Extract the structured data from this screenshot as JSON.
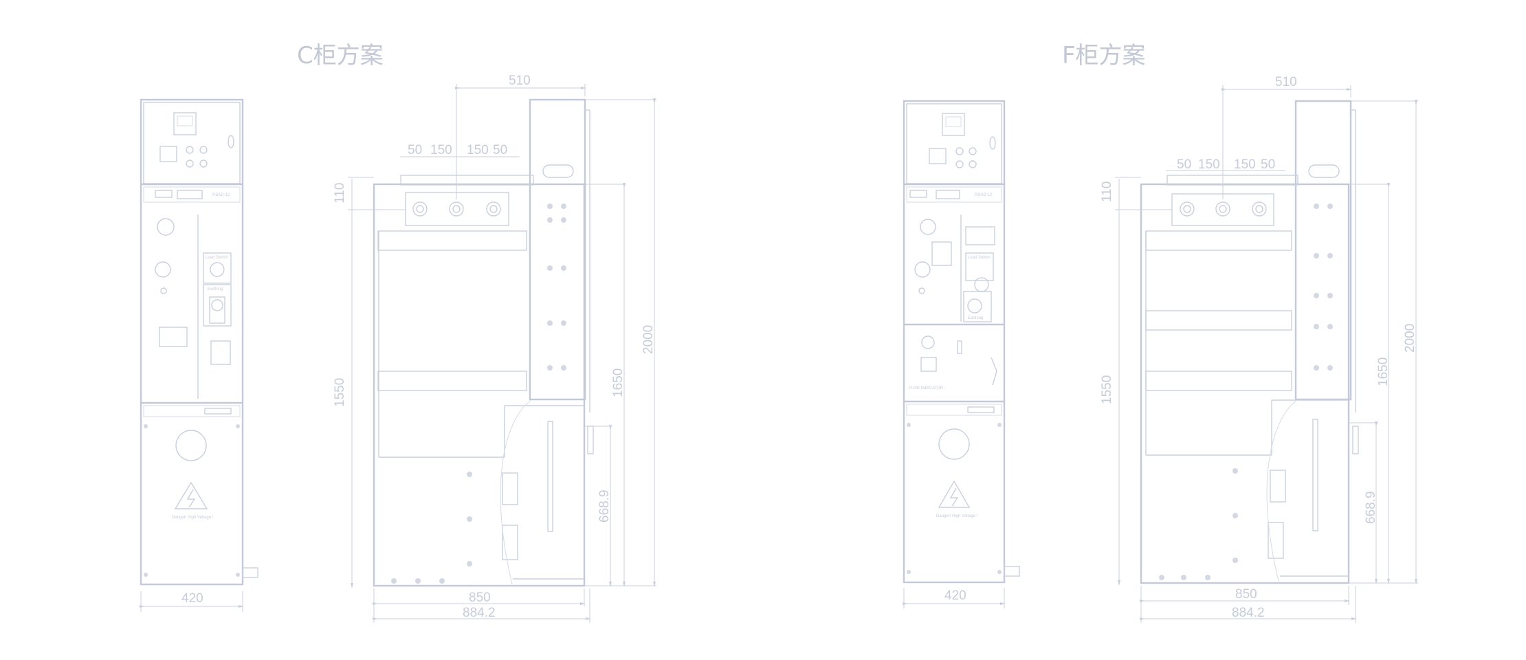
{
  "left": {
    "title": "C柜方案",
    "front": {
      "width": "420",
      "model": "RSAD-12",
      "load_switch": "Load Switch",
      "earthing": "Earthing",
      "warning": "Danger! High Voltage !"
    },
    "side": {
      "top_width": "510",
      "bus_spacing": [
        "50",
        "150",
        "150",
        "50"
      ],
      "top_height": "110",
      "height_1550": "1550",
      "height_1650": "1650",
      "height_2000": "2000",
      "height_668": "668.9",
      "depth_850": "850",
      "depth_884": "884.2"
    }
  },
  "right": {
    "title": "F柜方案",
    "front": {
      "width": "420",
      "model": "RSAD-12",
      "load_switch": "Load Switch",
      "earthing": "Earthing",
      "fuse": "FUSE INDICATOR",
      "warning": "Danger! High Voltage !"
    },
    "side": {
      "top_width": "510",
      "bus_spacing": [
        "50",
        "150",
        "150",
        "50"
      ],
      "top_height": "110",
      "height_1550": "1550",
      "height_1650": "1650",
      "height_2000": "2000",
      "height_668": "668.9",
      "depth_850": "850",
      "depth_884": "884.2"
    }
  }
}
